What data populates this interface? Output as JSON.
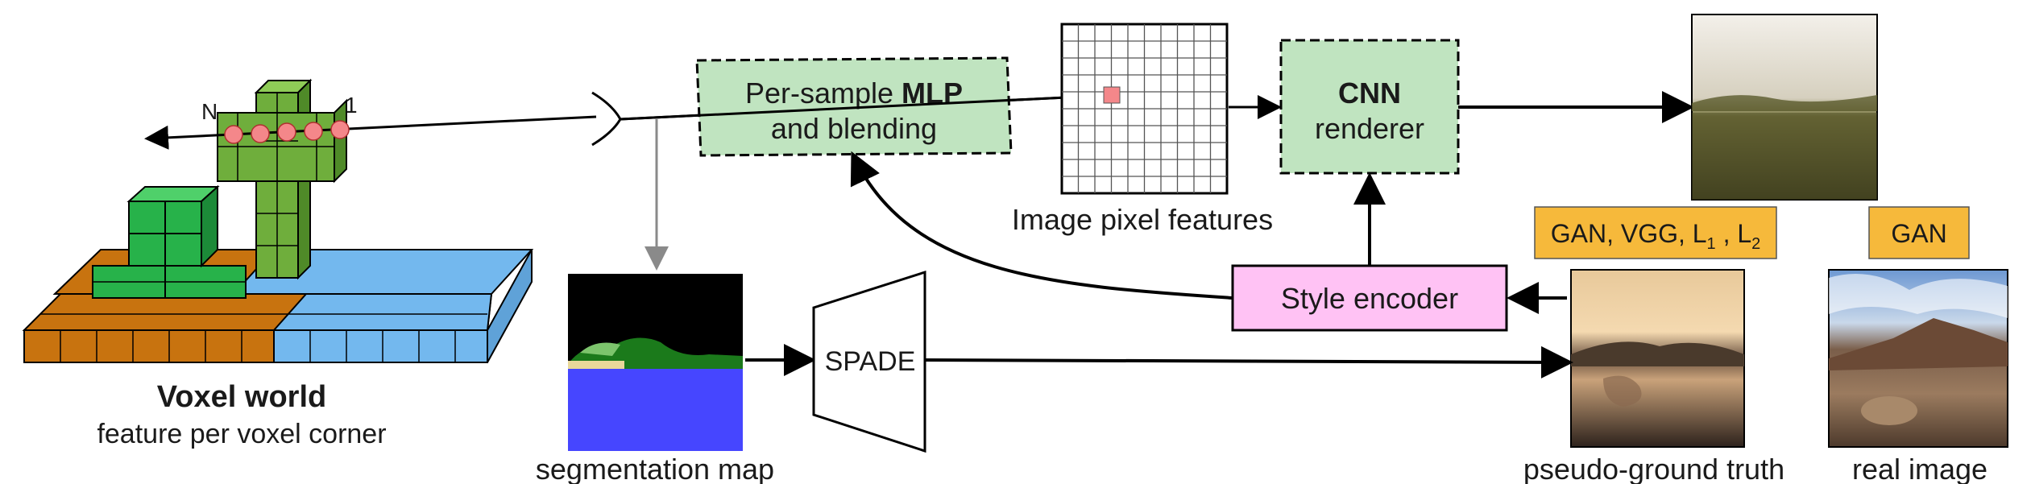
{
  "voxel": {
    "title": "Voxel world",
    "subtitle": "feature per voxel corner",
    "ray_start": "N",
    "ray_end": "1"
  },
  "mlp_box": {
    "line1_prefix": "Per-sample ",
    "line1_bold": "MLP",
    "line2": "and blending"
  },
  "pixel_grid": {
    "caption": "Image pixel features"
  },
  "cnn_box": {
    "line1": "CNN",
    "line2": "renderer"
  },
  "style_encoder": {
    "label": "Style encoder"
  },
  "segmentation": {
    "caption": "segmentation map"
  },
  "spade": {
    "label": "SPADE"
  },
  "losses": {
    "gan_vgg_prefix": "GAN, VGG, L",
    "sub1": "1",
    "sep": " , L",
    "sub2": "2",
    "gan": "GAN"
  },
  "pseudo_gt": {
    "caption": "pseudo-ground truth"
  },
  "real_image": {
    "caption": "real image"
  },
  "colors": {
    "green_box": "#c0e4c0",
    "pink_box": "#ffc2f4",
    "orange_tag": "#f6b93b",
    "seg_blue": "#4646ff",
    "voxel_brown": "#c8730f",
    "voxel_blue": "#73b8ee",
    "voxel_green": "#27b24a",
    "sample_point": "#f4878a",
    "grid_cell_highlight": "#f4878a"
  }
}
